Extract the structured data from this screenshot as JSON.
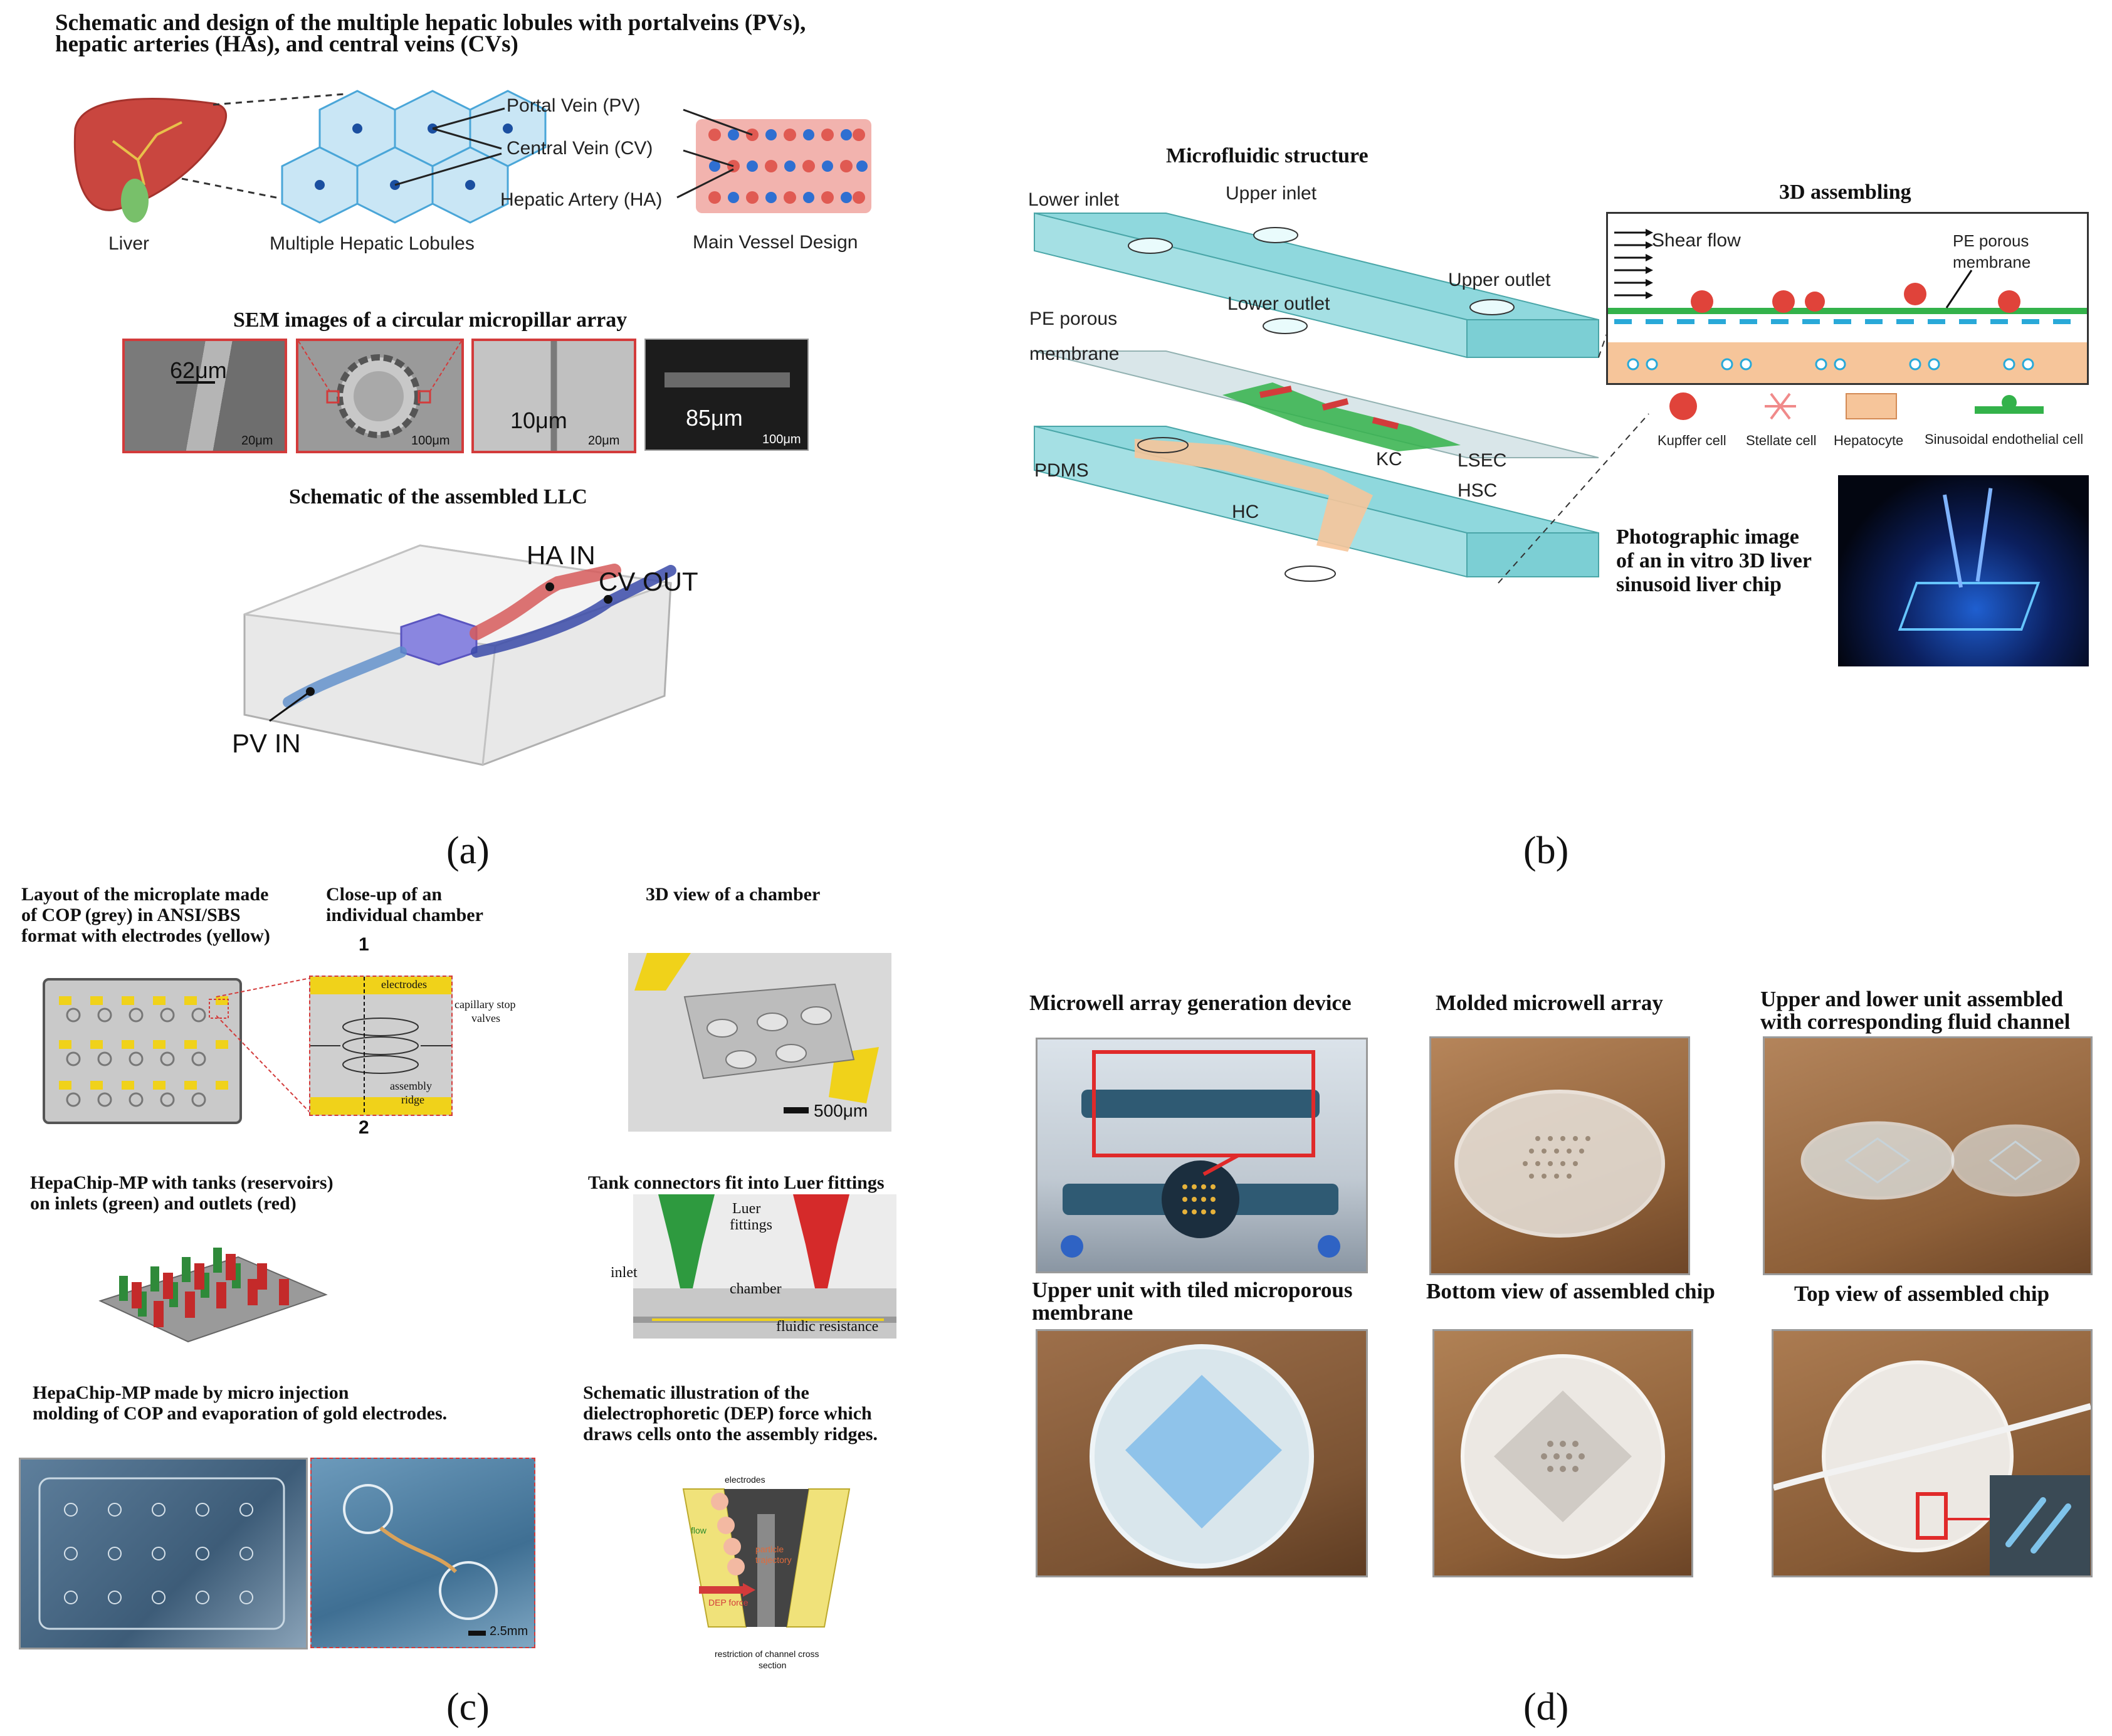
{
  "panels": {
    "a": {
      "letter": "(a)",
      "title": "Schematic and design of the multiple hepatic lobules with portalveins (PVs), hepatic arteries (HAs), and central veins (CVs)",
      "title_line1": "Schematic and design of the multiple hepatic lobules with portalveins (PVs),",
      "title_line2": "hepatic arteries (HAs), and central veins (CVs)",
      "labels": {
        "liver": "Liver",
        "lobules": "Multiple Hepatic Lobules",
        "vessel_design": "Main Vessel Design",
        "pv": "Portal Vein (PV)",
        "cv": "Central Vein (CV)",
        "ha": "Hepatic Artery (HA)"
      },
      "sem_title": "SEM images of a circular micropillar array",
      "sem": {
        "gap1": "62μm",
        "scale1": "20μm",
        "scale2": "100μm",
        "gap2": "10μm",
        "scale3": "20μm",
        "height": "85μm",
        "scale4": "100μm"
      },
      "llc_title": "Schematic of the assembled LLC",
      "ports": {
        "ha_in": "HA IN",
        "cv_out": "CV OUT",
        "pv_in": "PV IN"
      }
    },
    "b": {
      "letter": "(b)",
      "microfluidic_title": "Microfluidic structure",
      "assembly_title": "3D assembling",
      "labels": {
        "lower_inlet": "Lower inlet",
        "upper_inlet": "Upper inlet",
        "upper_outlet": "Upper outlet",
        "lower_outlet": "Lower outlet",
        "pe_porous": "PE porous",
        "membrane": "membrane",
        "pdms": "PDMS",
        "kc": "KC",
        "lsec": "LSEC",
        "hsc": "HSC",
        "hc": "HC",
        "shear_flow": "Shear flow",
        "pe_porous_membrane_1": "PE porous",
        "pe_porous_membrane_2": "membrane"
      },
      "legend": [
        "Kupffer cell",
        "Stellate cell",
        "Hepatocyte",
        "Sinusoidal endothelial cell"
      ],
      "photo_caption_1": "Photographic image",
      "photo_caption_2": "of an in vitro 3D liver",
      "photo_caption_3": "sinusoid liver chip"
    },
    "c": {
      "letter": "(c)",
      "layout_title_1": "Layout of the microplate made",
      "layout_title_2": "of COP (grey) in ANSI/SBS",
      "layout_title_3": "format with electrodes (yellow)",
      "closeup_title_1": "Close-up of an",
      "closeup_title_2": "individual chamber",
      "view3d_title": "3D view of a chamber",
      "closeup_labels": {
        "electrodes": "electrodes",
        "capillary_1": "capillary stop",
        "capillary_2": "valves",
        "assembly_1": "assembly",
        "assembly_2": "ridge",
        "marker1": "1",
        "marker2": "2"
      },
      "scale_500": "500μm",
      "tanks_title_1": "HepaChip-MP with tanks (reservoirs)",
      "tanks_title_2": "on inlets (green) and outlets (red)",
      "connectors_title": "Tank connectors fit into Luer fittings",
      "connector_labels": {
        "luer_1": "Luer",
        "luer_2": "fittings",
        "inlet": "inlet",
        "chamber": "chamber",
        "fluidic": "fluidic resistance"
      },
      "molding_title_1": "HepaChip-MP made by micro injection",
      "molding_title_2": "molding of COP and evaporation of gold electrodes.",
      "scale_25": "2.5mm",
      "dep_title_1": "Schematic illustration of the",
      "dep_title_2": "dielectrophoretic (DEP)  force which",
      "dep_title_3": "draws cells onto the assembly ridges.",
      "dep_labels": {
        "electrodes": "electrodes",
        "flow": "flow",
        "trajectory_1": "particle",
        "trajectory_2": "trajectory",
        "dep_force": "DEP force",
        "restriction_1": "restriction of channel cross",
        "restriction_2": "section"
      }
    },
    "d": {
      "letter": "(d)",
      "titles": {
        "device": "Microwell array generation device",
        "molded": "Molded microwell array",
        "assembled_1": "Upper and lower unit assembled",
        "assembled_2": "with corresponding fluid channel",
        "upper_1": "Upper unit with tiled microporous",
        "upper_2": "membrane",
        "bottom": "Bottom view of assembled chip",
        "top": "Top view of assembled chip"
      }
    }
  },
  "colors": {
    "chip_cyan": "#8fd8dd",
    "liver_red": "#c9463f",
    "accent_red": "#d33b3b",
    "electrode_yellow": "#f0d21a",
    "hepatocyte_orange": "#f6c59a",
    "lsec_green": "#33b24a"
  }
}
